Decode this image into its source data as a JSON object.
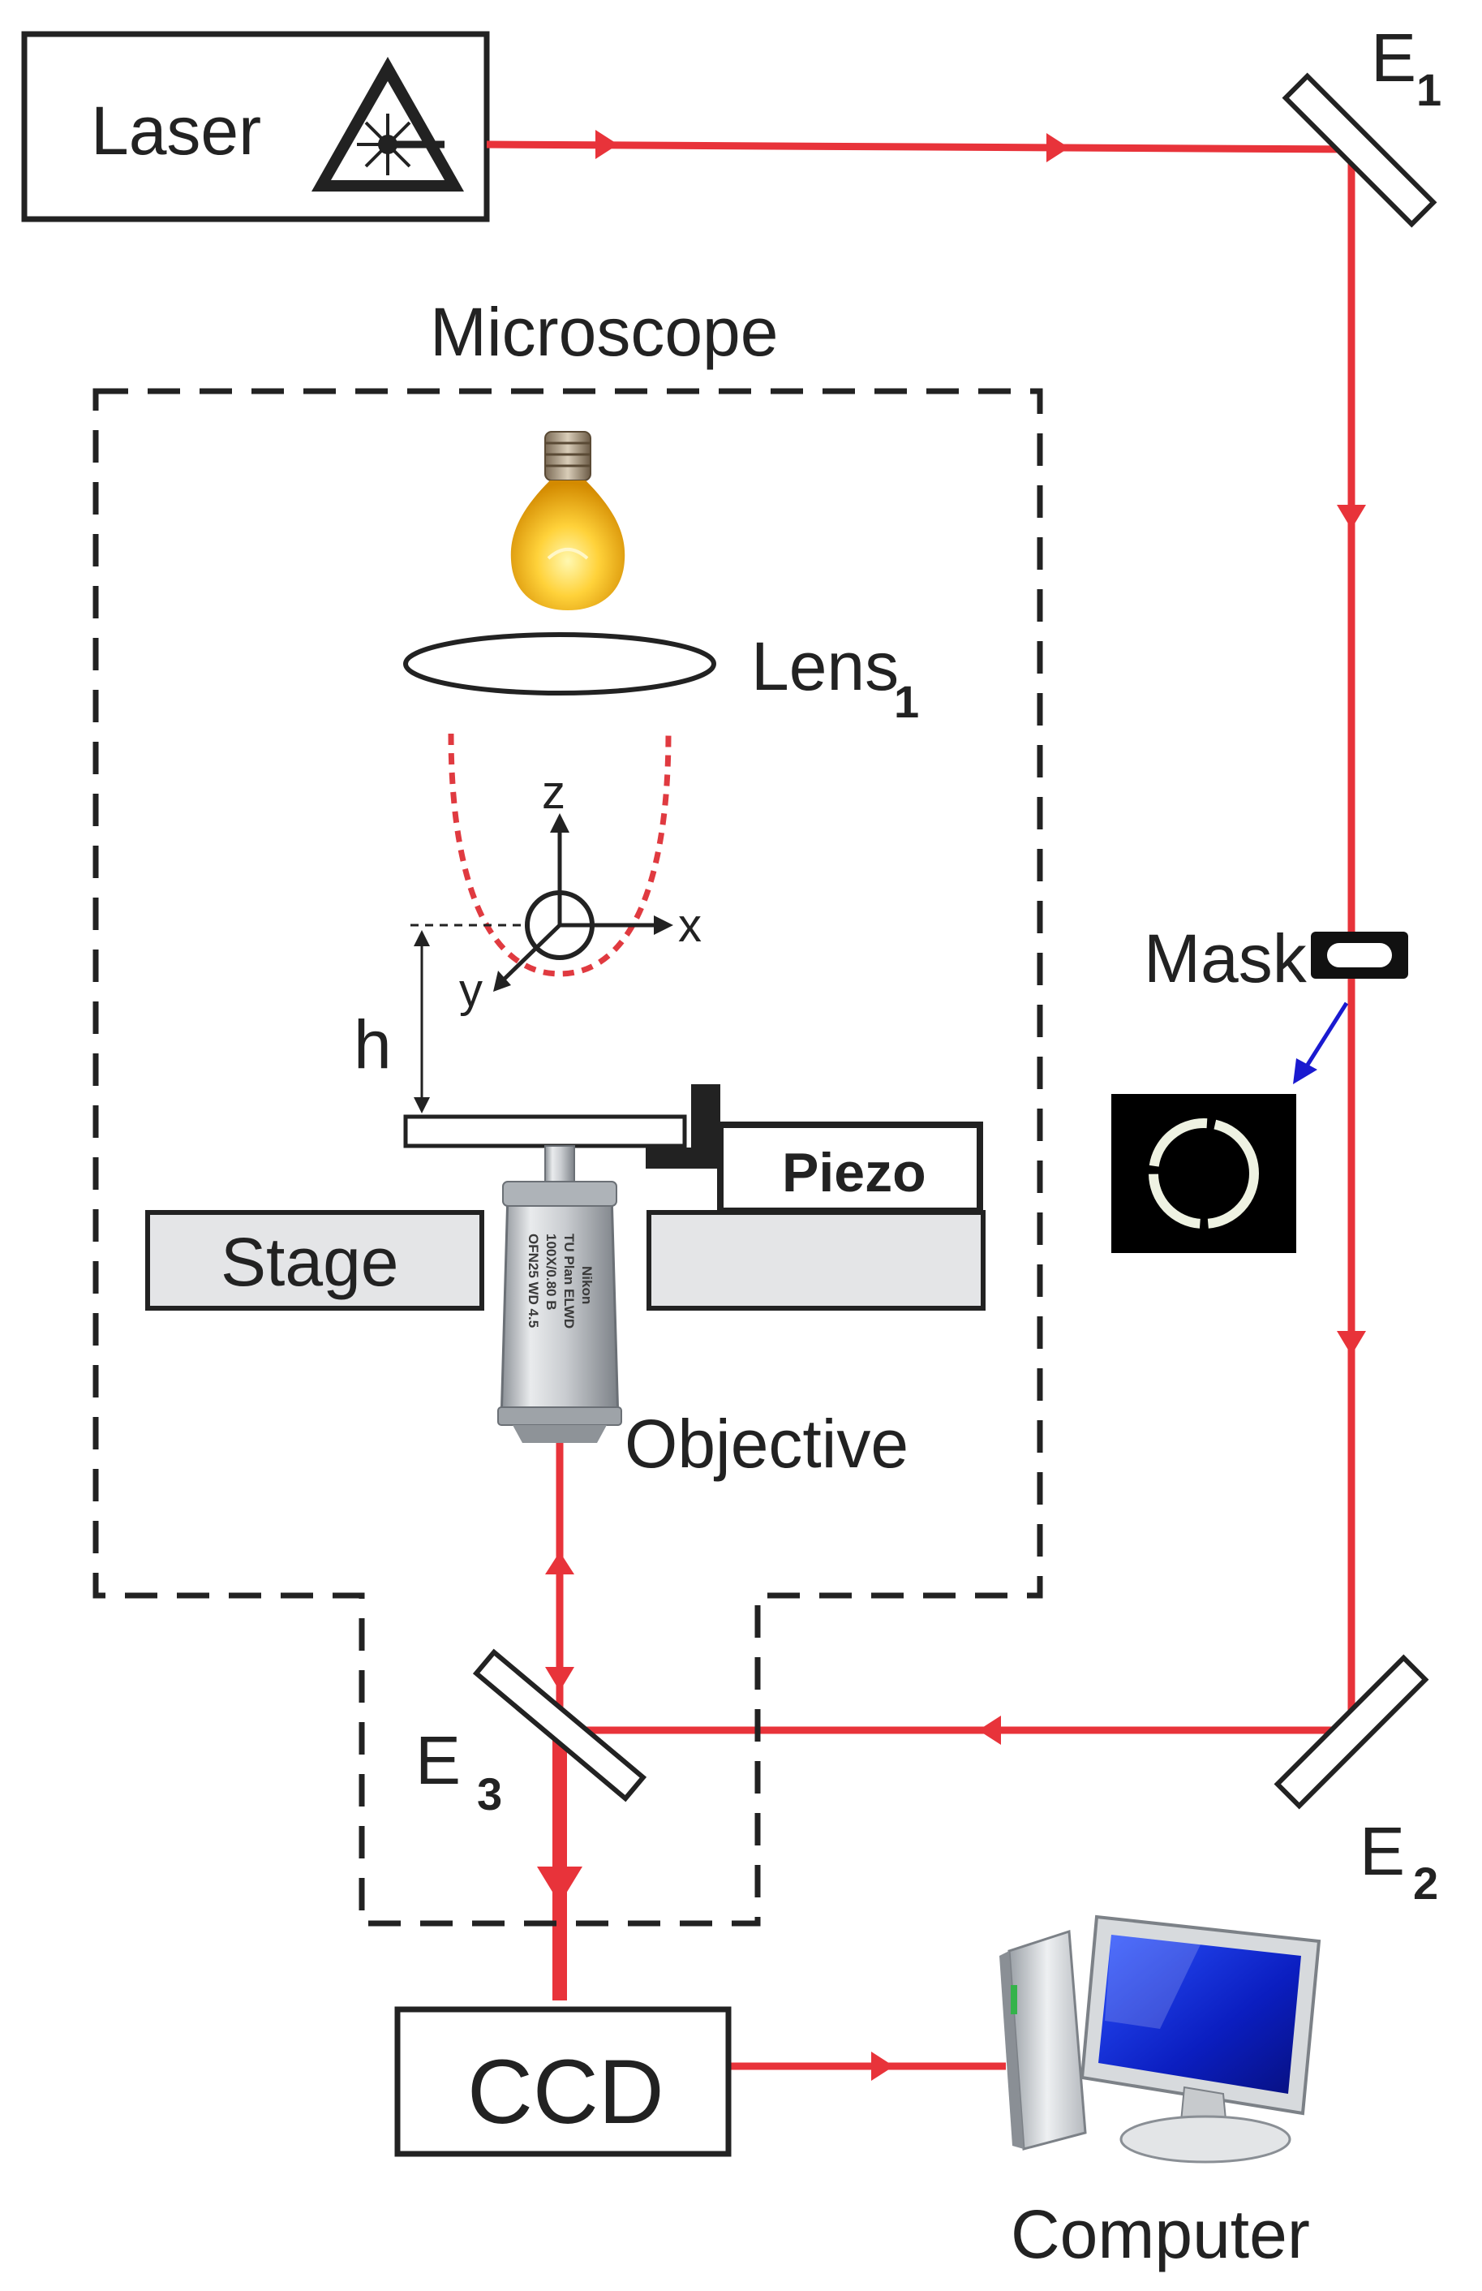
{
  "labels": {
    "laser": "Laser",
    "microscope": "Microscope",
    "lens": "Lens",
    "lens_sub": "1",
    "mask": "Mask",
    "piezo": "Piezo",
    "stage": "Stage",
    "objective": "Objective",
    "ccd": "CCD",
    "computer": "Computer",
    "h": "h",
    "axis_z": "z",
    "axis_x": "x",
    "axis_y": "y",
    "e1": "E",
    "e1_sub": "1",
    "e2": "E",
    "e2_sub": "2",
    "e3": "E",
    "e3_sub": "3"
  },
  "objective_text": {
    "brand": "Nikon",
    "line1": "TU Plan ELWD",
    "line2": "100X/0.80 B",
    "line3": "OFN25  WD 4.5"
  },
  "colors": {
    "beam": "#e8333a",
    "frame": "#222222",
    "stage_fill": "#e4e5e7",
    "mask_arrow": "#1a1ad0",
    "trap_curve": "#e03a40"
  },
  "icons": {
    "laser_warning": "laser-hazard-icon",
    "lamp": "light-bulb-icon",
    "computer": "desktop-computer-icon",
    "mask_preview": "ring-beam-icon"
  }
}
